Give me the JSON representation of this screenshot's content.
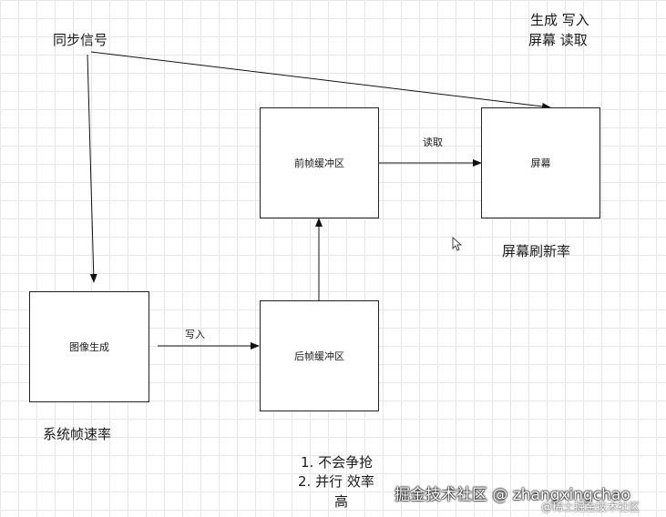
{
  "nodes": {
    "image_gen": "图像生成",
    "back_buffer": "后帧缓冲区",
    "front_buffer": "前帧缓冲区",
    "screen": "屏幕"
  },
  "edges": {
    "write": "写入",
    "read": "读取"
  },
  "labels": {
    "sync_signal": "同步信号",
    "legend_line1": "生成  写入",
    "legend_line2": "屏幕  读取",
    "refresh_rate": "屏幕刷新率",
    "frame_rate": "系统帧速率",
    "note_line1": "1. 不会争抢",
    "note_line2": "2. 并行 效率",
    "note_line3": "高"
  },
  "watermark": {
    "main": "掘金技术社区 @ zhangxingchao",
    "sub": "@稀土掘金技术社区"
  }
}
